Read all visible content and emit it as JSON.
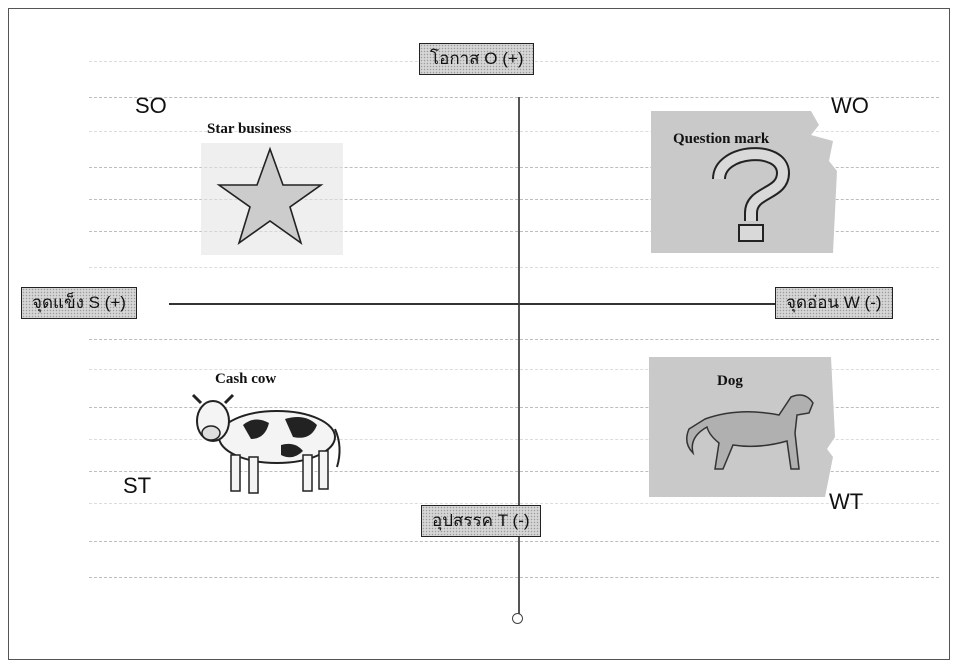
{
  "axes": {
    "top_label": "โอกาส O (+)",
    "bottom_label": "อุปสรรค T (-)",
    "left_label": "จุดแข็ง S (+)",
    "right_label": "จุดอ่อน W (-)"
  },
  "quadrants": {
    "top_left": "SO",
    "top_right": "WO",
    "bottom_left": "ST",
    "bottom_right": "WT"
  },
  "captions": {
    "star": "Star business",
    "question": "Question mark",
    "cow": "Cash cow",
    "dog": "Dog"
  },
  "icons": [
    "star-icon",
    "question-mark-icon",
    "cow-icon",
    "dog-icon"
  ],
  "colors": {
    "box_fill": "#d6d6d6",
    "line": "#333333",
    "art_fill": "#c9c9c9"
  }
}
